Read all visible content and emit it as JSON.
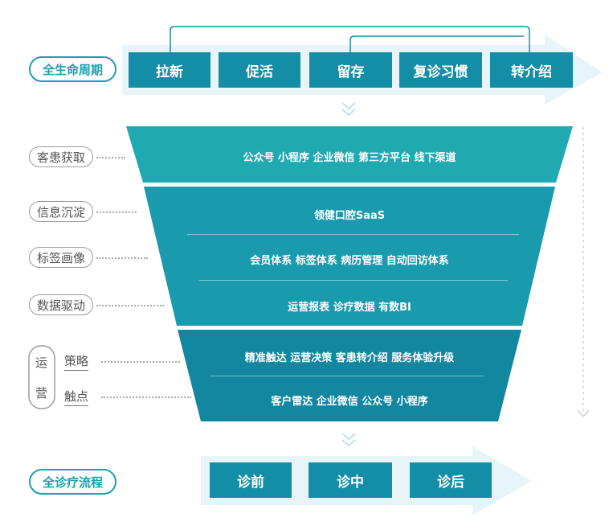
{
  "lifecycle": {
    "label": "全生命周期",
    "stages": [
      "拉新",
      "促活",
      "留存",
      "复诊习惯",
      "转介绍"
    ]
  },
  "funnel": {
    "tier1": "公众号  小程序  企业微信  第三方平台  线下渠道",
    "tier2": [
      "领健口腔SaaS",
      "会员体系  标签体系  病历管理  自动回访体系",
      "运营报表  诊疗数据  有数BI"
    ],
    "tier3": [
      "精准触达  运营决策  客患转介绍  服务体验升级",
      "客户雷达  企业微信  公众号  小程序"
    ]
  },
  "left_labels": {
    "acquisition": "客患获取",
    "accumulation": "信息沉淀",
    "tag_portrait": "标签画像",
    "data_driven": "数据驱动",
    "operation_chars": [
      "运",
      "营"
    ],
    "strategy": "策略",
    "touchpoint": "触点"
  },
  "diagnosis": {
    "label": "全诊疗流程",
    "stages": [
      "诊前",
      "诊中",
      "诊后"
    ]
  },
  "colors": {
    "primary": "#138ea6",
    "light": "#e8f5f8",
    "accent": "#1aa0b0"
  }
}
